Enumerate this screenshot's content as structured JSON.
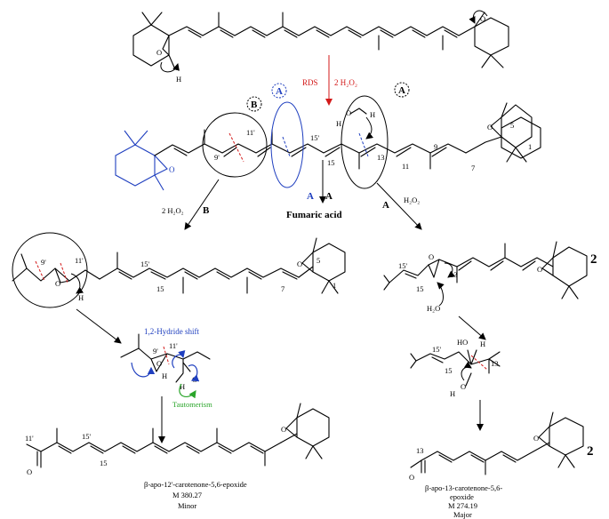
{
  "labels": {
    "rds": "RDS",
    "h2o2_2": "2 H₂O₂",
    "h2o2": "H₂O₂",
    "h2o2_left": "2 H₂O₂",
    "h2o": "H₂O",
    "fumaric": "Fumaric acid",
    "path_a": "A",
    "path_b": "B",
    "hydride_shift": "1,2-Hydride shift",
    "tautomerism": "Tautomerism",
    "compound_2": "2",
    "o": "O",
    "h": "H",
    "ho": "HO"
  },
  "locants": {
    "n1": "1",
    "n5": "5",
    "n7": "7",
    "n9": "9",
    "n11": "11",
    "n13": "13",
    "n15": "15",
    "n9p": "9'",
    "n11p": "11'",
    "n15p": "15'"
  },
  "products": {
    "minor_name": "β-apo-12'-carotenone-5,6-epoxide",
    "minor_mass": "M 380.27",
    "minor_label": "Minor",
    "major_name_1": "β-apo-13-carotenone-5,6-",
    "major_name_2": "epoxide",
    "major_mass": "M 274.19",
    "major_label": "Major"
  },
  "colors": {
    "red": "#d31a1a",
    "blue": "#1f3fbf",
    "green": "#2aa52a"
  }
}
